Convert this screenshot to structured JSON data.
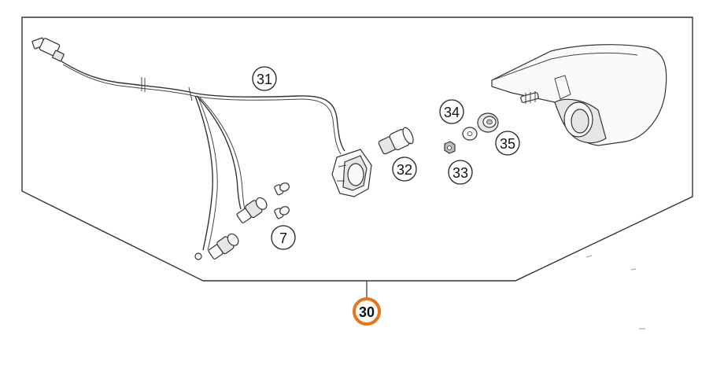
{
  "callouts": {
    "c30": "30",
    "c31": "31",
    "c32": "32",
    "c33": "33",
    "c34": "34",
    "c35": "35",
    "c7": "7"
  },
  "highlight_color": "#e8741a",
  "highlighted_callout": "30"
}
